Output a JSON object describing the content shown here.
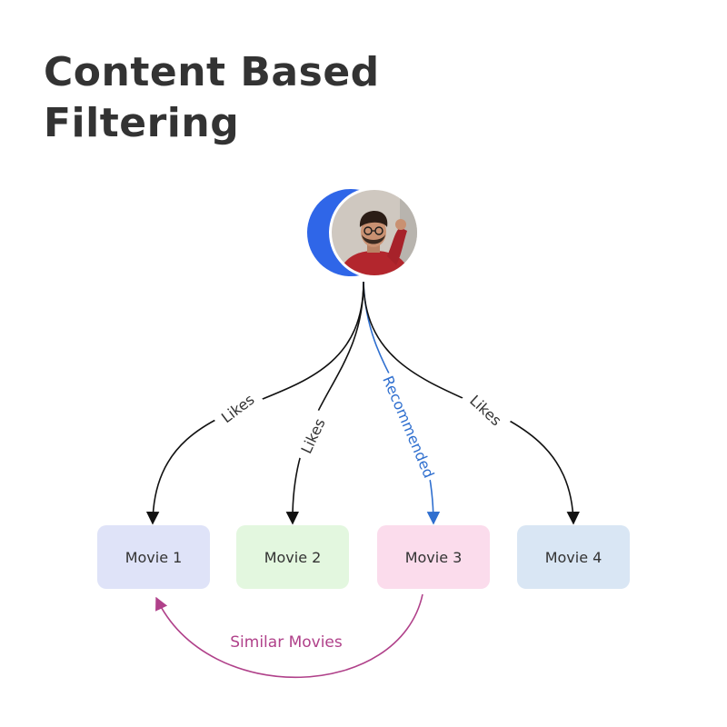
{
  "title": {
    "line1": "Content Based",
    "line2": "Filtering"
  },
  "user": {
    "avatar_icon": "person-photo-avatar",
    "accent_color": "#2f66e8"
  },
  "movies": [
    {
      "label": "Movie 1",
      "fill": "#dfe3f8"
    },
    {
      "label": "Movie 2",
      "fill": "#e3f7df"
    },
    {
      "label": "Movie 3",
      "fill": "#fbdcec"
    },
    {
      "label": "Movie 4",
      "fill": "#d9e6f4"
    }
  ],
  "edges": [
    {
      "label": "Likes",
      "target": "Movie 1",
      "color": "#111111"
    },
    {
      "label": "Likes",
      "target": "Movie 2",
      "color": "#111111"
    },
    {
      "label": "Recommended",
      "target": "Movie 3",
      "color": "#2f6fcf"
    },
    {
      "label": "Likes",
      "target": "Movie 4",
      "color": "#111111"
    }
  ],
  "similarity": {
    "label": "Similar Movies",
    "from": "Movie 3",
    "to": "Movie 1",
    "color": "#b0418a"
  }
}
